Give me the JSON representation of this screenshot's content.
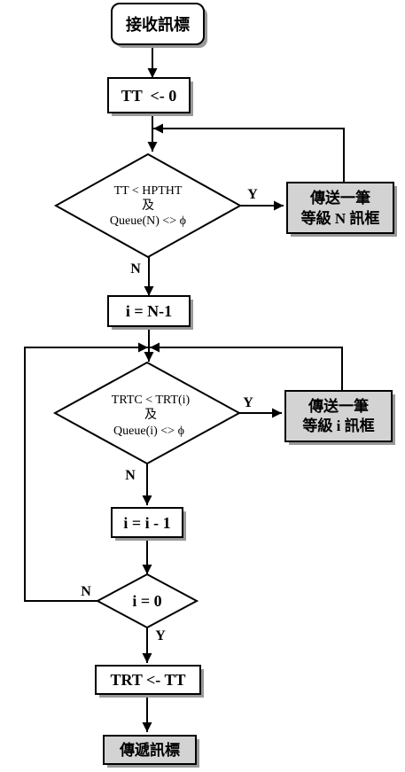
{
  "nodes": {
    "start": {
      "label": "接收訊標"
    },
    "init_tt": {
      "label": "TT  <- 0"
    },
    "cond1": {
      "line1": "TT < HPTHT",
      "line2": "及",
      "line3": "Queue(N) <> ϕ"
    },
    "send_n": {
      "line1": "傳送一筆",
      "line2": "等級 N 訊框"
    },
    "set_i": {
      "label": "i = N-1"
    },
    "cond2": {
      "line1": "TRTC < TRT(i)",
      "line2": "及",
      "line3": "Queue(i) <> ϕ"
    },
    "send_i": {
      "line1": "傳送一筆",
      "line2": "等級 i 訊框"
    },
    "dec_i": {
      "label": "i = i - 1"
    },
    "cond3": {
      "label": "i = 0"
    },
    "set_trt": {
      "label": "TRT <- TT"
    },
    "end": {
      "label": "傳遞訊標"
    }
  },
  "edge_labels": {
    "cond1_yes": "Y",
    "cond1_no": "N",
    "cond2_yes": "Y",
    "cond2_no": "N",
    "cond3_yes": "Y",
    "cond3_no": "N"
  },
  "colors": {
    "stroke": "#000000",
    "box_fill": "#ffffff",
    "action_fill": "#d3d3d3",
    "shadow": "#999999"
  }
}
